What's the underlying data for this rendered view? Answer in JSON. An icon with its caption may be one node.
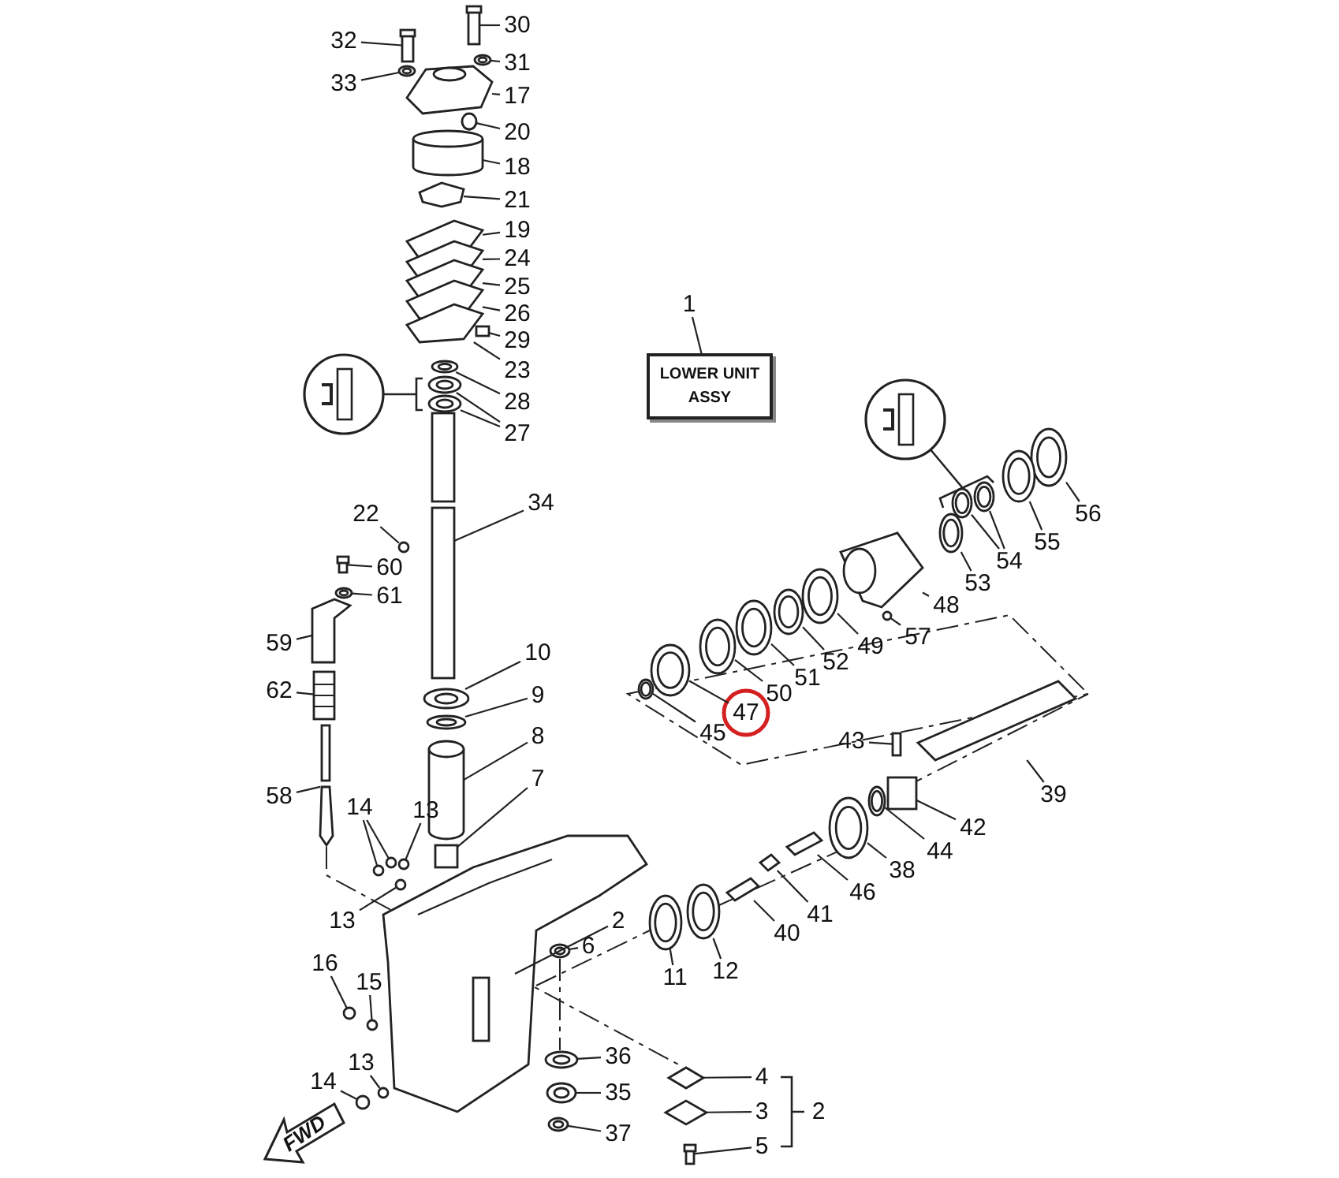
{
  "diagram": {
    "nodes": [
      {
        "text": [
          "30"
        ]
      },
      {
        "text": [
          "32"
        ]
      },
      {
        "text": [
          "31"
        ]
      },
      {
        "text": [
          "33"
        ]
      },
      {
        "text": [
          "17"
        ]
      },
      {
        "text": [
          "20"
        ]
      },
      {
        "text": [
          "18"
        ]
      },
      {
        "text": [
          "21"
        ]
      },
      {
        "text": [
          "19"
        ]
      },
      {
        "text": [
          "24"
        ]
      },
      {
        "text": [
          "25"
        ]
      },
      {
        "text": [
          "26"
        ]
      },
      {
        "text": [
          "29"
        ]
      },
      {
        "text": [
          "23"
        ]
      },
      {
        "text": [
          "28"
        ]
      },
      {
        "text": [
          "27"
        ]
      },
      {
        "text": [
          "34"
        ]
      },
      {
        "text": [
          "22"
        ]
      },
      {
        "text": [
          "60"
        ]
      },
      {
        "text": [
          "61"
        ]
      },
      {
        "text": [
          "59"
        ]
      },
      {
        "text": [
          "62"
        ]
      },
      {
        "text": [
          "58"
        ]
      },
      {
        "text": [
          "10"
        ]
      },
      {
        "text": [
          "9"
        ]
      },
      {
        "text": [
          "8"
        ]
      },
      {
        "text": [
          "7"
        ]
      },
      {
        "text": [
          "14"
        ]
      },
      {
        "text": [
          "13"
        ]
      },
      {
        "text": [
          "13"
        ]
      },
      {
        "text": [
          "2"
        ]
      },
      {
        "text": [
          "6"
        ]
      },
      {
        "text": [
          "16"
        ]
      },
      {
        "text": [
          "15"
        ]
      },
      {
        "text": [
          "13"
        ]
      },
      {
        "text": [
          "14"
        ]
      },
      {
        "text": [
          "36"
        ]
      },
      {
        "text": [
          "35"
        ]
      },
      {
        "text": [
          "37"
        ]
      },
      {
        "text": [
          "4"
        ]
      },
      {
        "text": [
          "3"
        ]
      },
      {
        "text": [
          "5"
        ]
      },
      {
        "text": [
          "2"
        ]
      },
      {
        "text": [
          "11"
        ]
      },
      {
        "text": [
          "12"
        ]
      },
      {
        "text": [
          "40"
        ]
      },
      {
        "text": [
          "41"
        ]
      },
      {
        "text": [
          "46"
        ]
      },
      {
        "text": [
          "38"
        ]
      },
      {
        "text": [
          "44"
        ]
      },
      {
        "text": [
          "42"
        ]
      },
      {
        "text": [
          "39"
        ]
      },
      {
        "text": [
          "43"
        ]
      },
      {
        "text": [
          "1"
        ]
      },
      {
        "text": [
          "LOWER UNIT ASSY"
        ]
      },
      {
        "text": [
          "56"
        ]
      },
      {
        "text": [
          "55"
        ]
      },
      {
        "text": [
          "54"
        ]
      },
      {
        "text": [
          "53"
        ]
      },
      {
        "text": [
          "48"
        ]
      },
      {
        "text": [
          "57"
        ]
      },
      {
        "text": [
          "49"
        ]
      },
      {
        "text": [
          "52"
        ]
      },
      {
        "text": [
          "51"
        ]
      },
      {
        "text": [
          "50"
        ]
      },
      {
        "text": [
          "47"
        ]
      },
      {
        "text": [
          "45"
        ]
      },
      {
        "text": [],
        "shape": "box"
      },
      {
        "text": [],
        "shape": "box"
      },
      {
        "text": [],
        "shape": "picture"
      },
      {
        "text": [],
        "shape": "picture"
      },
      {
        "text": [],
        "shape": "picture"
      },
      {
        "text": [],
        "shape": "cylinder"
      },
      {
        "text": [],
        "shape": "cylinder"
      },
      {
        "text": [],
        "shape": "picture"
      },
      {
        "text": [],
        "shape": "picture"
      },
      {
        "text": [],
        "shape": "picture"
      },
      {
        "text": [],
        "shape": "picture"
      },
      {
        "text": [],
        "shape": "picture"
      },
      {
        "text": [],
        "shape": "box"
      },
      {
        "text": [],
        "shape": "picture"
      },
      {
        "text": [],
        "shape": "picture"
      },
      {
        "text": [],
        "shape": "picture"
      },
      {
        "text": [],
        "shape": "picture"
      },
      {
        "text": [],
        "shape": "box"
      },
      {
        "text": [],
        "shape": "circle"
      },
      {
        "text": [],
        "shape": "box"
      },
      {
        "text": [],
        "shape": "picture"
      },
      {
        "text": [],
        "shape": "picture"
      },
      {
        "text": [],
        "shape": "picture"
      },
      {
        "text": [],
        "shape": "picture"
      },
      {
        "text": [],
        "shape": "picture"
      },
      {
        "text": [],
        "shape": "picture"
      },
      {
        "text": [],
        "shape": "cylinder"
      },
      {
        "text": [],
        "shape": "box"
      },
      {
        "text": [],
        "shape": "circle"
      },
      {
        "text": [],
        "shape": "circle"
      },
      {
        "text": [],
        "shape": "circle"
      },
      {
        "text": [],
        "shape": "circle"
      },
      {
        "text": [],
        "shape": "picture"
      },
      {
        "text": [],
        "shape": "picture"
      },
      {
        "text": [],
        "shape": "circle"
      },
      {
        "text": [],
        "shape": "circle"
      },
      {
        "text": [],
        "shape": "circle"
      },
      {
        "text": [],
        "shape": "circle"
      },
      {
        "text": [],
        "shape": "picture"
      },
      {
        "text": [],
        "shape": "picture"
      },
      {
        "text": [],
        "shape": "picture"
      },
      {
        "text": [],
        "shape": "diamond"
      },
      {
        "text": [],
        "shape": "diamond"
      },
      {
        "text": [],
        "shape": "box"
      },
      {
        "text": [],
        "shape": "picture"
      },
      {
        "text": [],
        "shape": "picture"
      },
      {
        "text": [],
        "shape": "picture"
      },
      {
        "text": [],
        "shape": "picture"
      },
      {
        "text": [],
        "shape": "picture"
      },
      {
        "text": [],
        "shape": "picture"
      },
      {
        "text": [],
        "shape": "picture"
      },
      {
        "text": [],
        "shape": "box"
      },
      {
        "text": [],
        "shape": "picture"
      },
      {
        "text": [],
        "shape": "box"
      },
      {
        "text": [],
        "shape": "picture"
      },
      {
        "text": [],
        "shape": "picture"
      },
      {
        "text": [],
        "shape": "picture"
      },
      {
        "text": [],
        "shape": "picture"
      },
      {
        "text": [],
        "shape": "picture"
      },
      {
        "text": [],
        "shape": "picture"
      },
      {
        "text": [],
        "shape": "circle"
      },
      {
        "text": [],
        "shape": "picture"
      },
      {
        "text": [],
        "shape": "picture"
      },
      {
        "text": [],
        "shape": "picture"
      },
      {
        "text": [],
        "shape": "picture"
      },
      {
        "text": [],
        "shape": "picture"
      },
      {
        "text": [],
        "shape": "picture"
      }
    ],
    "edges": [
      {
        "from": 0,
        "to": 67,
        "arrow": "none"
      },
      {
        "from": 1,
        "to": 68,
        "arrow": "none"
      },
      {
        "from": 2,
        "to": 69,
        "arrow": "none"
      },
      {
        "from": 3,
        "to": 70,
        "arrow": "none"
      },
      {
        "from": 4,
        "to": 71,
        "arrow": "none"
      },
      {
        "from": 5,
        "to": 72,
        "arrow": "none"
      },
      {
        "from": 6,
        "to": 73,
        "arrow": "none"
      },
      {
        "from": 7,
        "to": 74,
        "arrow": "none"
      },
      {
        "from": 8,
        "to": 75,
        "arrow": "none"
      },
      {
        "from": 9,
        "to": 76,
        "arrow": "none"
      },
      {
        "from": 10,
        "to": 77,
        "arrow": "none"
      },
      {
        "from": 11,
        "to": 78,
        "arrow": "none"
      },
      {
        "from": 12,
        "to": 79,
        "arrow": "none"
      },
      {
        "from": 13,
        "to": 80,
        "arrow": "none"
      },
      {
        "from": 14,
        "to": 81,
        "arrow": "none"
      },
      {
        "from": 15,
        "to": 82,
        "arrow": "none"
      },
      {
        "from": 15,
        "to": 83,
        "arrow": "none"
      },
      {
        "from": 16,
        "to": 84,
        "arrow": "none"
      },
      {
        "from": 17,
        "to": 85,
        "arrow": "none"
      },
      {
        "from": 18,
        "to": 86,
        "arrow": "none"
      },
      {
        "from": 19,
        "to": 87,
        "arrow": "none"
      },
      {
        "from": 20,
        "to": 88,
        "arrow": "none"
      },
      {
        "from": 21,
        "to": 89,
        "arrow": "none"
      },
      {
        "from": 22,
        "to": 90,
        "arrow": "none"
      },
      {
        "from": 23,
        "to": 91,
        "arrow": "none"
      },
      {
        "from": 24,
        "to": 92,
        "arrow": "none"
      },
      {
        "from": 25,
        "to": 93,
        "arrow": "none"
      },
      {
        "from": 26,
        "to": 94,
        "arrow": "none"
      },
      {
        "from": 27,
        "to": 95,
        "arrow": "none"
      },
      {
        "from": 27,
        "to": 96,
        "arrow": "none"
      },
      {
        "from": 28,
        "to": 97,
        "arrow": "none"
      },
      {
        "from": 29,
        "to": 98,
        "arrow": "none"
      },
      {
        "from": 30,
        "to": 99,
        "arrow": "none"
      },
      {
        "from": 31,
        "to": 100,
        "arrow": "none"
      },
      {
        "from": 32,
        "to": 101,
        "arrow": "none"
      },
      {
        "from": 33,
        "to": 102,
        "arrow": "none"
      },
      {
        "from": 34,
        "to": 103,
        "arrow": "none"
      },
      {
        "from": 35,
        "to": 104,
        "arrow": "none"
      },
      {
        "from": 36,
        "to": 105,
        "arrow": "none"
      },
      {
        "from": 37,
        "to": 106,
        "arrow": "none"
      },
      {
        "from": 38,
        "to": 107,
        "arrow": "none"
      },
      {
        "from": 39,
        "to": 108,
        "arrow": "none"
      },
      {
        "from": 40,
        "to": 109,
        "arrow": "none"
      },
      {
        "from": 41,
        "to": 110,
        "arrow": "none"
      },
      {
        "from": 43,
        "to": 111,
        "arrow": "none"
      },
      {
        "from": 44,
        "to": 112,
        "arrow": "none"
      },
      {
        "from": 45,
        "to": 113,
        "arrow": "none"
      },
      {
        "from": 46,
        "to": 114,
        "arrow": "none"
      },
      {
        "from": 47,
        "to": 115,
        "arrow": "none"
      },
      {
        "from": 48,
        "to": 116,
        "arrow": "none"
      },
      {
        "from": 49,
        "to": 117,
        "arrow": "none"
      },
      {
        "from": 50,
        "to": 118,
        "arrow": "none"
      },
      {
        "from": 51,
        "to": 119,
        "arrow": "none"
      },
      {
        "from": 52,
        "to": 120,
        "arrow": "none"
      },
      {
        "from": 53,
        "to": 54,
        "arrow": "none"
      },
      {
        "from": 55,
        "to": 121,
        "arrow": "none"
      },
      {
        "from": 56,
        "to": 122,
        "arrow": "none"
      },
      {
        "from": 57,
        "to": 123,
        "arrow": "none"
      },
      {
        "from": 57,
        "to": 124,
        "arrow": "none"
      },
      {
        "from": 58,
        "to": 125,
        "arrow": "none"
      },
      {
        "from": 59,
        "to": 126,
        "arrow": "none"
      },
      {
        "from": 60,
        "to": 127,
        "arrow": "none"
      },
      {
        "from": 61,
        "to": 128,
        "arrow": "none"
      },
      {
        "from": 62,
        "to": 129,
        "arrow": "none"
      },
      {
        "from": 63,
        "to": 130,
        "arrow": "none"
      },
      {
        "from": 64,
        "to": 131,
        "arrow": "none"
      },
      {
        "from": 65,
        "to": 132,
        "arrow": "none"
      },
      {
        "from": 66,
        "to": 133,
        "arrow": "none"
      }
    ],
    "labels": [
      "FWD"
    ]
  }
}
